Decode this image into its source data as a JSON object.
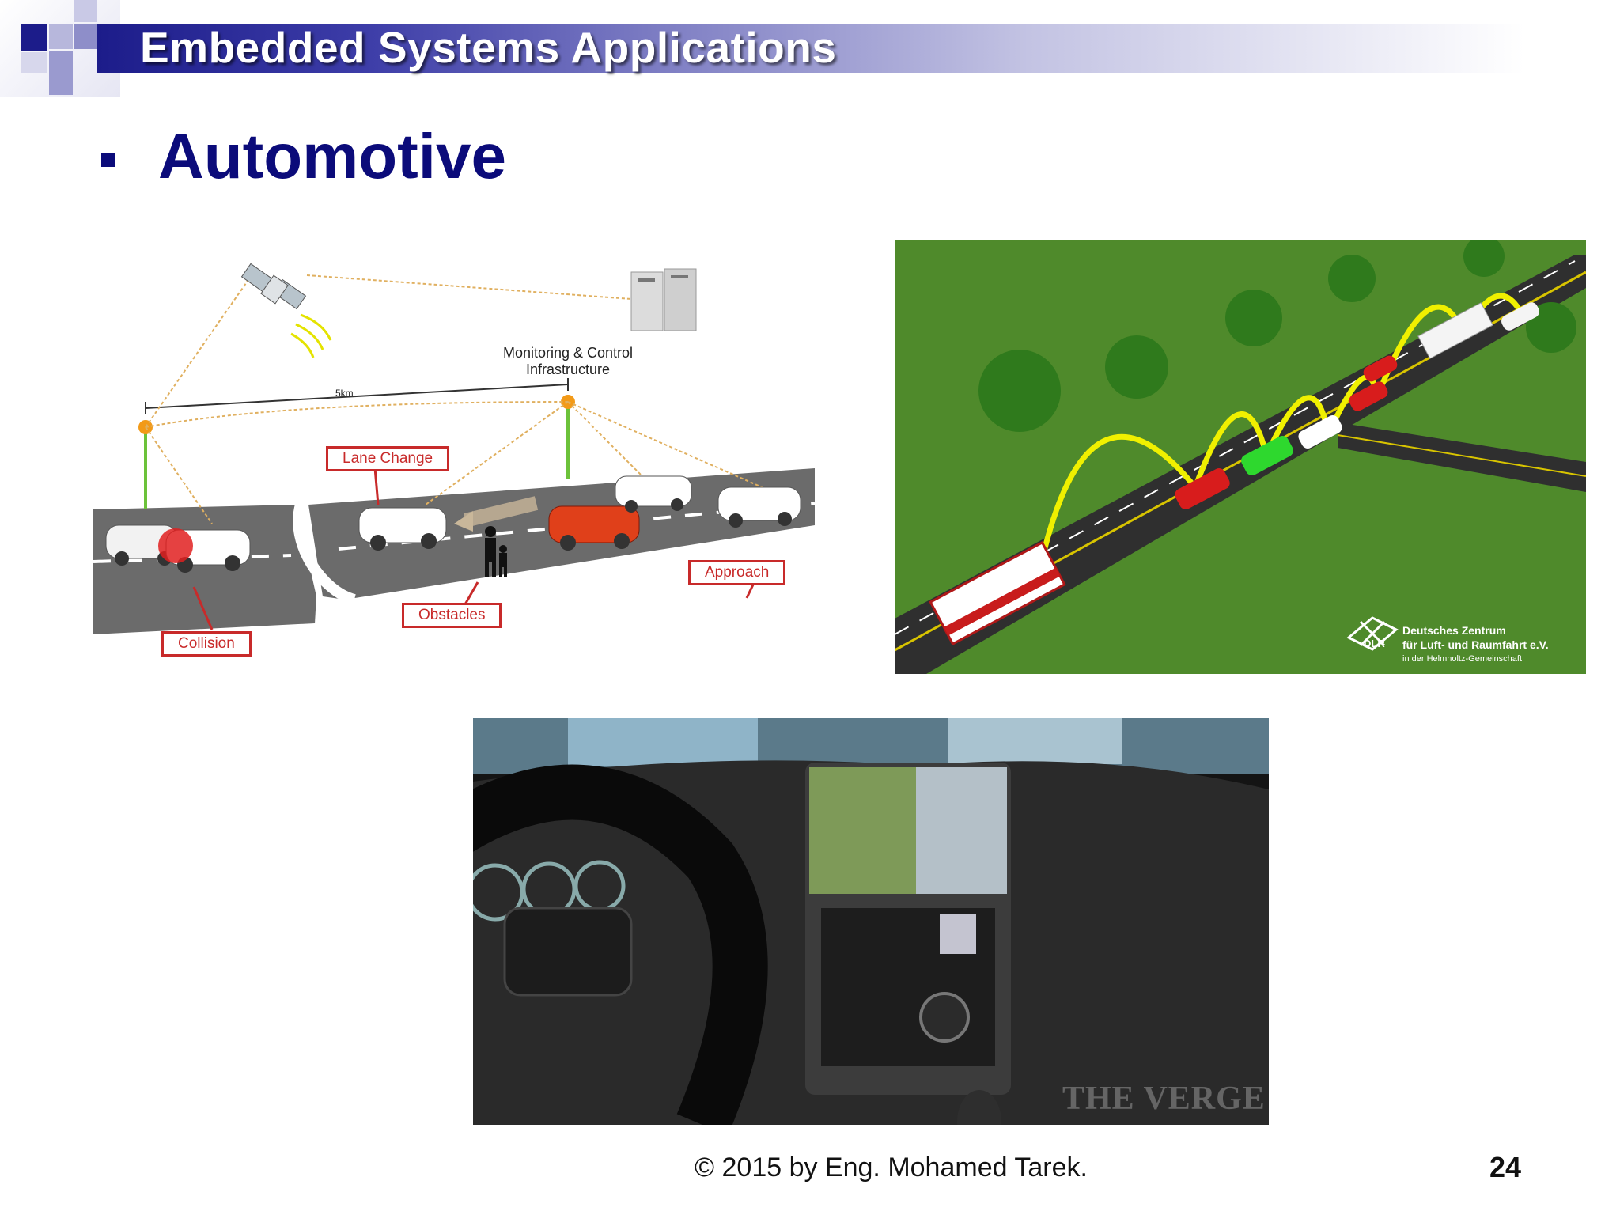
{
  "slide": {
    "title": "Embedded Systems Applications",
    "bullet_heading": "Automotive",
    "footer": "© 2015 by Eng. Mohamed Tarek.",
    "page_number": "24"
  },
  "v2x_diagram": {
    "monitoring_label_line1": "Monitoring & Control",
    "monitoring_label_line2": "Infrastructure",
    "distance_label": "5km",
    "labels": {
      "lane_change": "Lane Change",
      "approach": "Approach",
      "obstacles": "Obstacles",
      "collision": "Collision"
    }
  },
  "platoon_image": {
    "org_abbr": "DLR",
    "org_line1": "Deutsches Zentrum",
    "org_line2": "für Luft- und Raumfahrt e.V.",
    "org_line3": "in der Helmholtz-Gemeinschaft"
  },
  "dashboard_image": {
    "watermark": "THE VERGE"
  },
  "colors": {
    "title_bar_start": "#1c1c8a",
    "heading": "#0b0b7a",
    "label_red": "#c82a2a",
    "link_yellow": "#e8e800",
    "grass": "#4f8a2b"
  }
}
